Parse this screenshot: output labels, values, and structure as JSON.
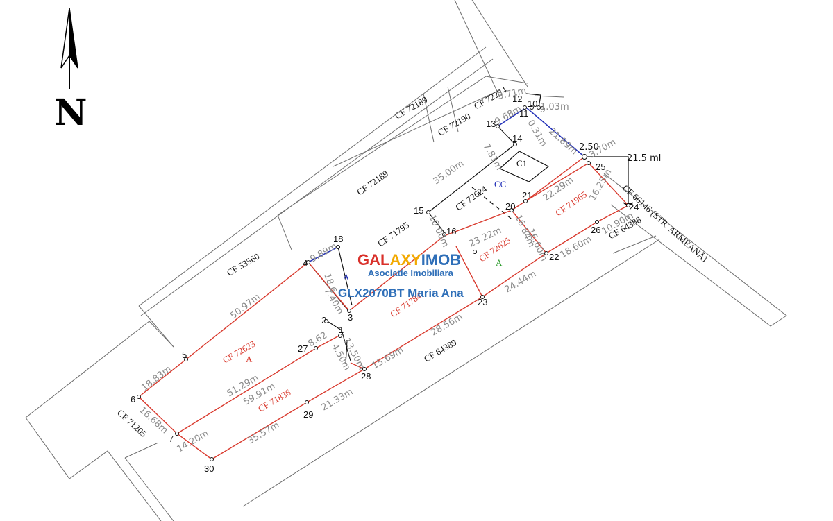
{
  "north_label": "N",
  "colors": {
    "parcel_line": "#6e6e6e",
    "lot_line": "#d93a2e",
    "survey_line": "#111111",
    "blue_line": "#2230b8",
    "watermark_blue": "#2f6fb8"
  },
  "watermark": {
    "brand_gal": "GAL",
    "brand_axy": "AXY",
    "brand_imob": "IMOB",
    "subtitle": "Asociatie Imobiliara",
    "listing": "GLX2070BT Maria Ana"
  },
  "parcels": {
    "cf72189_top": "CF 72189",
    "cf72190": "CF 72190",
    "cf72224": "CF 72224",
    "cf72189_mid": "CF 72189",
    "cf72624": "CF 72624",
    "cf71795": "CF 71795",
    "cf53560": "CF 53560",
    "cf71205": "CF 71205",
    "cf64389": "CF 64389",
    "cf64388": "CF 64388",
    "cf66146": "CF 66146 (STR. ARMEANĂ)",
    "cf72623": "CF 72623",
    "cf72623_a": "A",
    "cf71836": "CF 71836",
    "cf71784": "CF 71784",
    "cf72625": "CF 72625",
    "cf72625_a": "A",
    "cf71965": "CF 71965",
    "building_c1": "C1",
    "cc": "CC",
    "a_blue": "A"
  },
  "points": [
    "1",
    "2",
    "3",
    "4",
    "5",
    "6",
    "7",
    "9",
    "10",
    "11",
    "12",
    "13",
    "14",
    "15",
    "16",
    "18",
    "20",
    "21",
    "22",
    "23",
    "24",
    "25",
    "26",
    "27",
    "28",
    "29",
    "30"
  ],
  "dimensions": {
    "d_3_71": "3.71m",
    "d_1_03": "1.03m",
    "d_9_68": "9.68m",
    "d_0_31": "0.31m",
    "d_7_81": "7.81m",
    "d_21_89": "21.89m",
    "d_2_50": "2.50",
    "d_3_70": "3.70m",
    "d_21_5": "21.5 ml",
    "d_35_00": "35.00m",
    "d_22_29": "22.29m",
    "d_16_25": "16.25m",
    "d_10_00": "10.00m",
    "d_16_84": "16.84m",
    "d_16_60": "16.60m",
    "d_10_90": "10.90m",
    "d_18_60": "18.60m",
    "d_23_22": "23.22m",
    "d_24_44": "24.44m",
    "d_9_89": "9.89m",
    "d_18_6": "18.6",
    "d_7_40": "7.40m",
    "d_28_56": "28.56m",
    "d_50_97": "50.97m",
    "d_8_62": "8.62",
    "d_13_50": "13.50m",
    "d_4_50": "4.50m",
    "d_15_69": "15.69m",
    "d_18_83": "18.83m",
    "d_51_29": "51.29m",
    "d_59_91": "59.91m",
    "d_21_33": "21.33m",
    "d_16_68": "16.68m",
    "d_14_20": "14.20m",
    "d_35_57": "35.57m"
  }
}
